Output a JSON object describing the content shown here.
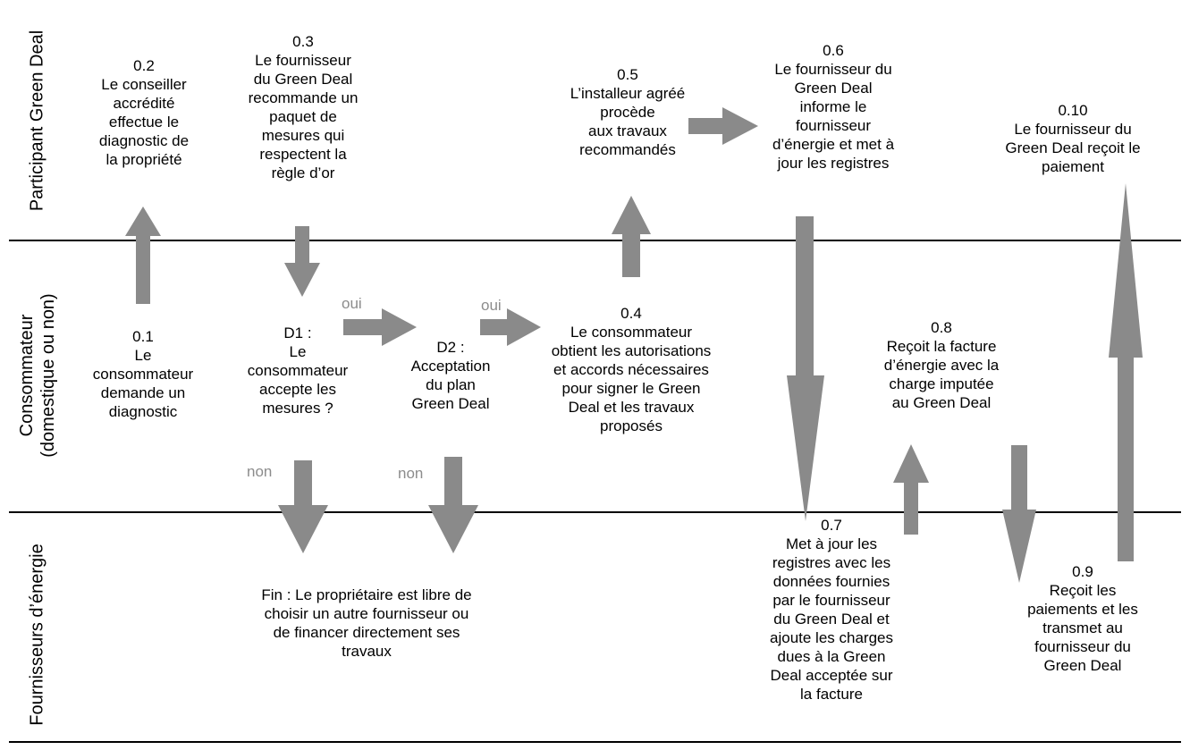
{
  "lanes": {
    "participant": "Participant Green Deal",
    "consommateur_1": "Consommateur",
    "consommateur_2": "(domestique ou non)",
    "fournisseurs": "Fournisseurs d’énergie"
  },
  "steps": {
    "s01": [
      "0.1",
      "Le",
      "consommateur",
      "demande un",
      "diagnostic"
    ],
    "s02": [
      "0.2",
      "Le conseiller",
      "accrédité",
      "effectue le",
      "diagnostic de",
      "la propriété"
    ],
    "s03": [
      "0.3",
      "Le fournisseur",
      "du Green Deal",
      "recommande un",
      "paquet de",
      "mesures qui",
      "respectent la",
      "règle d’or"
    ],
    "d1": [
      "D1 :",
      "Le",
      "consommateur",
      "accepte les",
      "mesures ?"
    ],
    "d2": [
      "D2 :",
      "Acceptation",
      "du plan",
      "Green Deal"
    ],
    "s04": [
      "0.4",
      "Le consommateur",
      "obtient les autorisations",
      "et accords nécessaires",
      "pour signer le Green",
      "Deal et les travaux",
      "proposés"
    ],
    "s05": [
      "0.5",
      "L’installeur agréé",
      "procède",
      "aux travaux",
      "recommandés"
    ],
    "s06": [
      "0.6",
      "Le fournisseur du",
      "Green Deal",
      "informe le",
      "fournisseur",
      "d’énergie et met à",
      "jour les registres"
    ],
    "s07": [
      "0.7",
      "Met à jour les",
      "registres avec les",
      "données fournies",
      "par le fournisseur",
      "du Green Deal et",
      "ajoute les charges",
      "dues à la Green",
      "Deal acceptée sur",
      "la facture"
    ],
    "s08": [
      "0.8",
      "Reçoit la facture",
      "d’énergie avec la",
      "charge imputée",
      "au Green Deal"
    ],
    "s09": [
      "0.9",
      "Reçoit les",
      "paiements et les",
      "transmet au",
      "fournisseur du",
      "Green Deal"
    ],
    "s10": [
      "0.10",
      "Le fournisseur du",
      "Green Deal reçoit le",
      "paiement"
    ],
    "fin": [
      "Fin : Le propriétaire est libre de",
      "choisir un autre fournisseur ou",
      "de financer directement ses",
      "travaux"
    ]
  },
  "labels": {
    "oui_1": "oui",
    "oui_2": "oui",
    "non_1": "non",
    "non_2": "non"
  },
  "colors": {
    "arrow": "#8a8a8a",
    "branch_label": "#8c8c8c"
  }
}
